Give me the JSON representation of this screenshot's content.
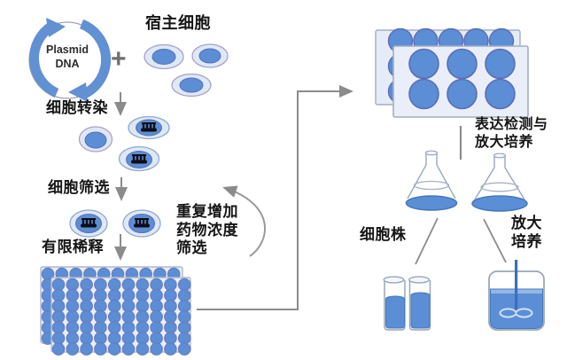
{
  "labels": {
    "host_cells": "宿主细胞",
    "plasmid": "Plasmid DNA",
    "plus": "+",
    "transfection": "细胞转染",
    "screening": "细胞筛选",
    "limiting_dilution": "有限稀释",
    "repeat_selection": "重复增加\n药物浓度\n筛选",
    "expression_detect": "表达检测与\n放大培养",
    "cell_line": "细胞株",
    "scale_up_culture": "放大\n培养"
  },
  "colors": {
    "main_blue": "#5b8ed5",
    "well_stroke": "#5d6cb4",
    "cell_body": "#dde9f7",
    "cell_outline": "#a89fc9",
    "plate_bg": "#e9eef9",
    "plate_border": "#aeb8cc",
    "arrow_gray": "#8b8b8b",
    "plasmid_arc": "#6190d3",
    "liquid_stroke": "#4478bc",
    "stirrer_blue": "#3a6fbe"
  }
}
